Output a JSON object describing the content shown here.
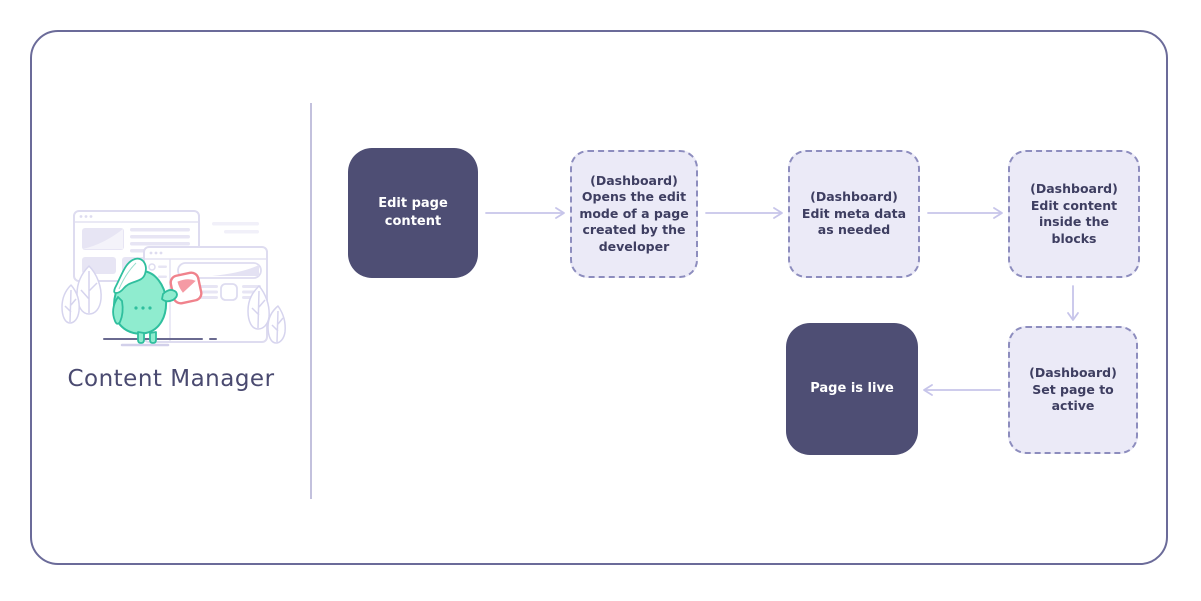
{
  "panel": {
    "title": "Content Manager",
    "illustration": "mascot-holding-card-in-front-of-browser-windows"
  },
  "flowchart": {
    "nodes": [
      {
        "id": "edit-page-content",
        "label": "Edit page\ncontent",
        "style": "solid"
      },
      {
        "id": "open-edit-mode",
        "label": "(Dashboard)\nOpens the edit\nmode of a page\ncreated by the\ndeveloper",
        "style": "dashed"
      },
      {
        "id": "edit-meta-data",
        "label": "(Dashboard)\nEdit meta data\nas needed",
        "style": "dashed"
      },
      {
        "id": "edit-content-blocks",
        "label": "(Dashboard)\nEdit content\ninside the\nblocks",
        "style": "dashed"
      },
      {
        "id": "set-page-active",
        "label": "(Dashboard)\nSet page to\nactive",
        "style": "dashed"
      },
      {
        "id": "page-is-live",
        "label": "Page is live",
        "style": "solid"
      }
    ],
    "edges": [
      {
        "from": "edit-page-content",
        "to": "open-edit-mode"
      },
      {
        "from": "open-edit-mode",
        "to": "edit-meta-data"
      },
      {
        "from": "edit-meta-data",
        "to": "edit-content-blocks"
      },
      {
        "from": "edit-content-blocks",
        "to": "set-page-active"
      },
      {
        "from": "set-page-active",
        "to": "page-is-live"
      }
    ]
  },
  "colors": {
    "frame_border": "#6b6b99",
    "divider": "#c3c1dd",
    "solid_node_bg": "#4e4e74",
    "solid_node_text": "#ffffff",
    "dashed_node_bg": "#ebeaf7",
    "dashed_node_border": "#8d8dbe",
    "dashed_node_text": "#3e3e61",
    "arrow": "#c7c5ea",
    "title_text": "#4a4a70",
    "mascot_body": "#8feccf",
    "mascot_outline": "#2fbf9e",
    "card_outline": "#f0828c",
    "card_swoosh": "#f59aa4",
    "wireframe_outline": "#dedcf0",
    "wireframe_fill": "#e7e5f4"
  }
}
